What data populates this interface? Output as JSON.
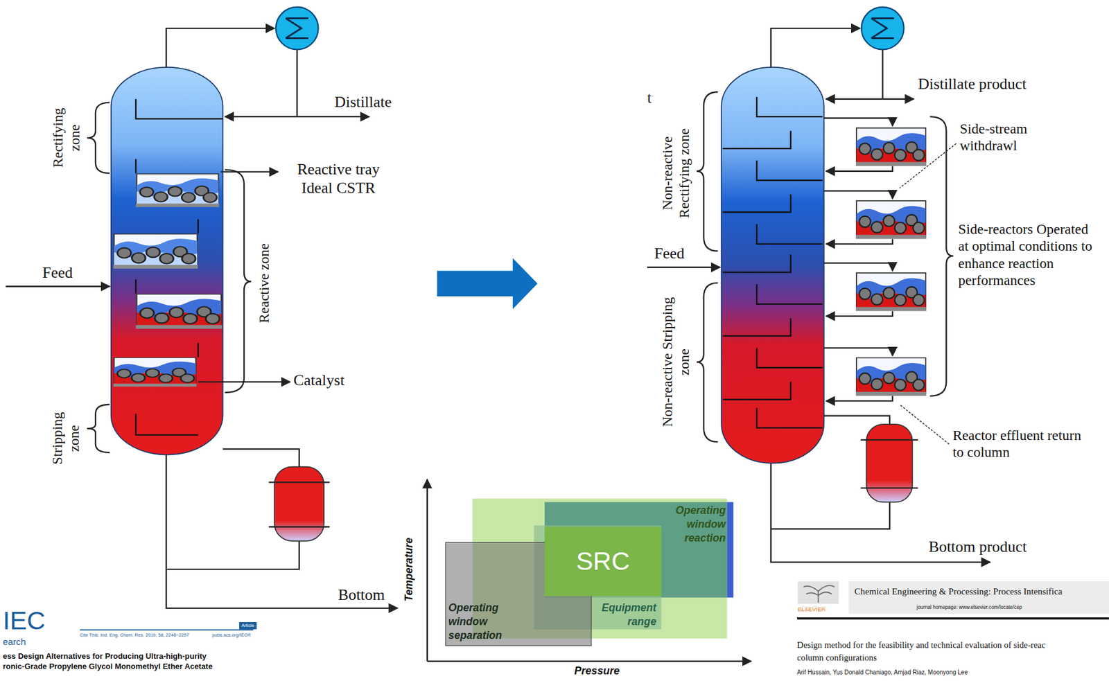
{
  "diagram": {
    "nodes": [
      {
        "text": [
          "Operating window reaction"
        ]
      },
      {
        "text": [
          "Equipment range"
        ]
      },
      {
        "text": [
          "Operating window separation"
        ]
      },
      {
        "text": [
          "SRC"
        ]
      }
    ],
    "labels": [
      "Rectifying zone",
      "Distillate",
      "Reactive tray Ideal CSTR",
      "Reactive zone",
      "Feed",
      "Catalyst",
      "Stripping zone",
      "Bottom",
      "IEC",
      "earch",
      "Cite This: Ind. Eng. Chem. Res. 2019, 58, 2246−2257",
      "pubs.acs.org/IECR",
      "Article",
      "ess Design Alternatives for Producing Ultra-high-purity",
      "ronic-Grade Propylene Glycol Monomethyl Ether Acetate",
      "Temperature",
      "Pressure",
      "t",
      "Distillate product",
      "Side-stream withdrawl",
      "Side-reactors Operated at optimal conditions to enhance reaction performances",
      "Reactor effluent return to column",
      "Non-reactive Rectifying zone",
      "Feed",
      "Non-reactive Stripping zone",
      "Bottom product",
      "ELSEVIER",
      "Chemical Engineering & Processing: Process Intensifica",
      "journal homepage: www.elsevier.com/locate/cep",
      "Design method for the feasibility and technical evaluation of side-reac",
      "column configurations",
      "Arif Hussain, Yus Donald Chaniago, Amjad Riaz, Moonyong Lee"
    ]
  }
}
